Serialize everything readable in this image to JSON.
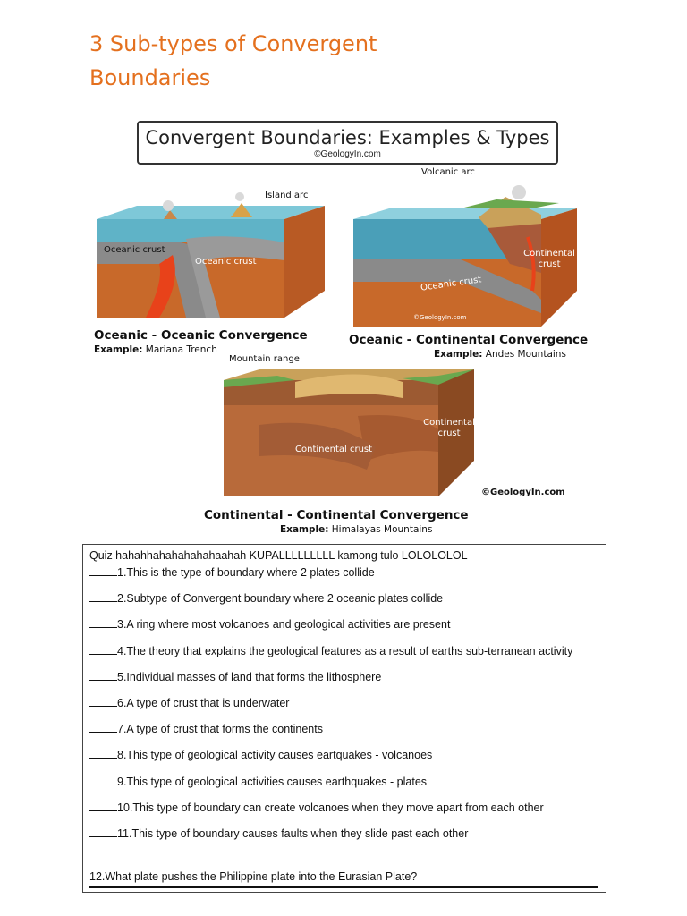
{
  "heading": {
    "line1": "3 Sub-types of Convergent",
    "line2": "Boundaries"
  },
  "figure": {
    "title": "Convergent Boundaries: Examples & Types",
    "credit": "©GeologyIn.com",
    "panel1": {
      "label_arc": "Island arc",
      "label_crust_left": "Oceanic crust",
      "label_crust_right": "Oceanic crust",
      "caption": "Oceanic - Oceanic Convergence",
      "example_label": "Example:",
      "example_value": "Mariana Trench"
    },
    "panel2": {
      "label_arc": "Volcanic arc",
      "label_continental": "Continental crust",
      "label_oceanic": "Oceanic crust",
      "watermark": "©GeologyIn.com",
      "caption": "Oceanic - Continental Convergence",
      "example_label": "Example:",
      "example_value": "Andes Mountains"
    },
    "panel3": {
      "label_range": "Mountain range",
      "label_continental_right": "Continental crust",
      "label_continental_center": "Continental crust",
      "watermark": "©GeologyIn.com",
      "caption": "Continental - Continental Convergence",
      "example_label": "Example:",
      "example_value": "Himalayas Mountains"
    }
  },
  "quiz": {
    "title": "Quiz hahahhahahahahahaahah KUPALLLLLLLLL kamong tulo LOLOLOLOL",
    "questions": [
      "1.This is the type of boundary where 2 plates collide",
      "2.Subtype of Convergent boundary where 2 oceanic plates collide",
      "3.A ring where most volcanoes and geological activities are present",
      "4.The theory that explains the geological features as a result of earths sub-terranean activity",
      "5.Individual masses of land that forms the lithosphere",
      "6.A type of crust that is underwater",
      "7.A type of crust that forms the continents",
      "8.This type of geological activity causes eartquakes - volcanoes",
      "9.This type of geological activities causes earthquakes - plates",
      "10.This type of boundary can create volcanoes when they move apart from each other",
      "11.This type of boundary causes faults when they slide past each other"
    ],
    "question12": "12.What plate pushes the Philippine plate into the Eurasian Plate?"
  },
  "colors": {
    "heading": "#e4701e",
    "water": "#5fb3c7",
    "mantle": "#c8692a",
    "crust_gray": "#8a8a8a",
    "land_green": "#6aa84f",
    "magma": "#e8421a"
  }
}
